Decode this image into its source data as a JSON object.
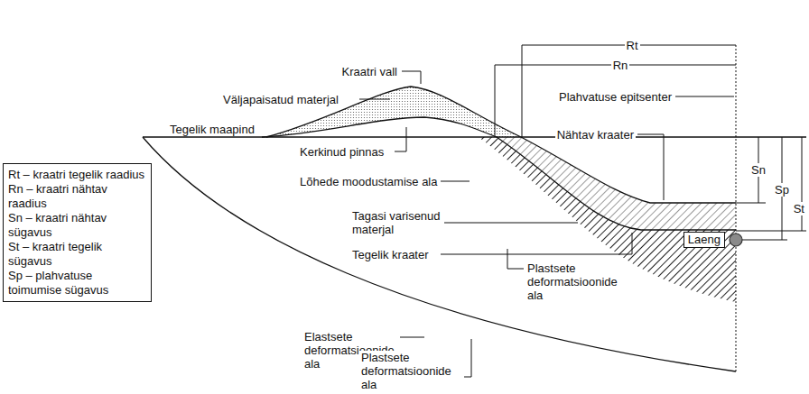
{
  "diagram": {
    "nodes": [
      {
        "text": [
          "Rt – kraatri tegelik raadius",
          "Rn – kraatri nähtav raadius",
          "Sn – kraatri nähtav sügavus",
          "St – kraatri tegelik sügavus",
          "Sp – plahvatuse toimumise sügavus"
        ]
      },
      {
        "text": [
          "Laeng"
        ]
      }
    ],
    "labels": [
      "Rt",
      "Rn",
      "Kraatri vall",
      "Väljapaisatud materjal",
      "Tegelik maapind",
      "Plahvatuse epitsenter",
      "Nähtav kraater",
      "Kerkinud pinnas",
      "Lõhede moodustamise ala",
      "Tagasi varisenud materjal",
      "Tegelik kraater",
      "Plastsete deformatsioonide ala",
      "Elastsete deformatsioonide ala",
      "Plastsete deformatsioonide ala",
      "Sn",
      "Sp",
      "St"
    ]
  }
}
